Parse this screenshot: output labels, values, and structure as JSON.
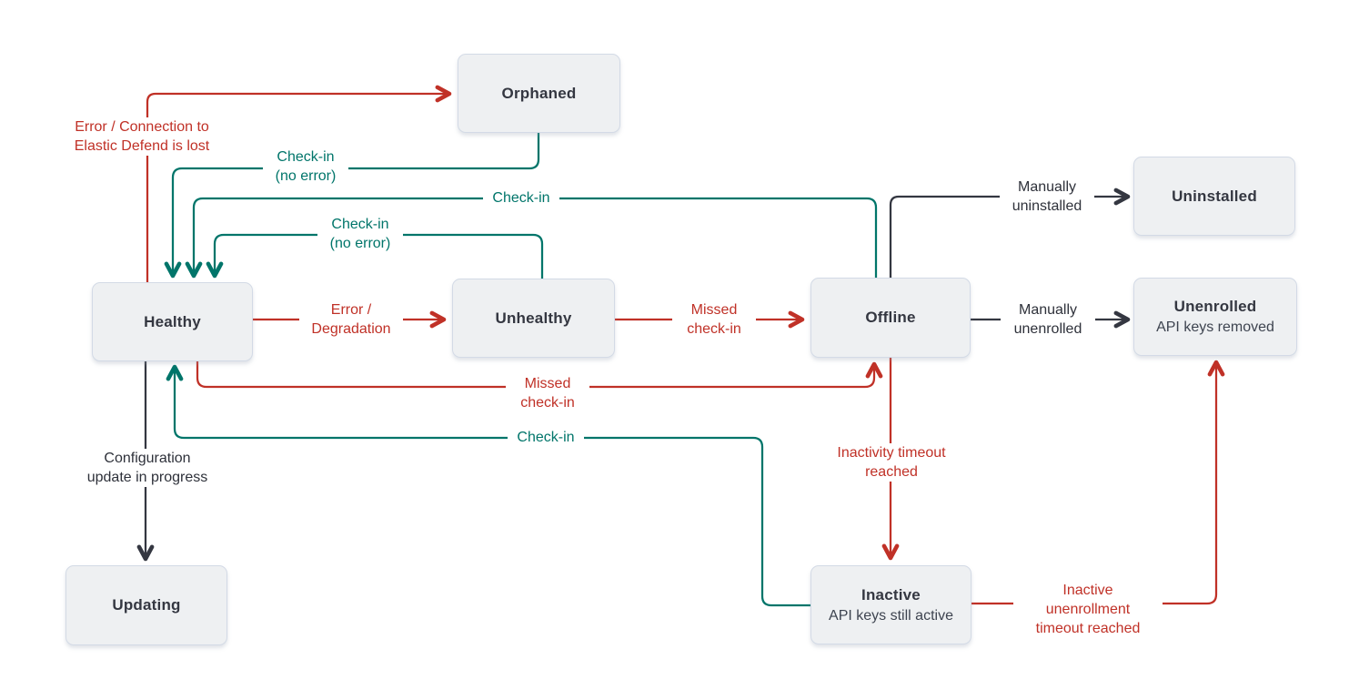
{
  "colors": {
    "red": "#c03127",
    "teal": "#00756a",
    "dark": "#343741",
    "node_fill": "#eef0f2",
    "node_border": "#d3dae6",
    "node_text": "#343741"
  },
  "nodes": {
    "orphaned": {
      "title": "Orphaned"
    },
    "healthy": {
      "title": "Healthy"
    },
    "unhealthy": {
      "title": "Unhealthy"
    },
    "offline": {
      "title": "Offline"
    },
    "uninstalled": {
      "title": "Uninstalled"
    },
    "unenrolled": {
      "title": "Unenrolled",
      "subtitle": "API keys removed"
    },
    "updating": {
      "title": "Updating"
    },
    "inactive": {
      "title": "Inactive",
      "subtitle": "API keys still active"
    }
  },
  "edge_labels": {
    "error_connection": {
      "text": [
        "Error / Connection to",
        "Elastic Defend is lost"
      ],
      "color": "red",
      "from": "Healthy",
      "to": "Orphaned"
    },
    "checkin_from_orphaned": {
      "text": [
        "Check-in",
        "(no error)"
      ],
      "color": "teal",
      "from": "Orphaned",
      "to": "Healthy"
    },
    "checkin_from_offline": {
      "text": [
        "Check-in"
      ],
      "color": "teal",
      "from": "Offline",
      "to": "Healthy"
    },
    "checkin_from_unhealthy": {
      "text": [
        "Check-in",
        "(no error)"
      ],
      "color": "teal",
      "from": "Unhealthy",
      "to": "Healthy"
    },
    "error_degradation": {
      "text": [
        "Error /",
        "Degradation"
      ],
      "color": "red",
      "from": "Healthy",
      "to": "Unhealthy"
    },
    "missed_checkin_1": {
      "text": [
        "Missed",
        "check-in"
      ],
      "color": "red",
      "from": "Unhealthy",
      "to": "Offline"
    },
    "missed_checkin_2": {
      "text": [
        "Missed",
        "check-in"
      ],
      "color": "red",
      "from": "Healthy",
      "to": "Offline"
    },
    "checkin_from_inactive": {
      "text": [
        "Check-in"
      ],
      "color": "teal",
      "from": "Inactive",
      "to": "Healthy"
    },
    "manually_uninstalled": {
      "text": [
        "Manually",
        "uninstalled"
      ],
      "color": "dark",
      "from": "Offline",
      "to": "Uninstalled"
    },
    "manually_unenrolled": {
      "text": [
        "Manually",
        "unenrolled"
      ],
      "color": "dark",
      "from": "Offline",
      "to": "Unenrolled"
    },
    "configuration_update": {
      "text": [
        "Configuration",
        "update in progress"
      ],
      "color": "dark",
      "from": "Healthy",
      "to": "Updating"
    },
    "inactivity_timeout": {
      "text": [
        "Inactivity timeout",
        "reached"
      ],
      "color": "red",
      "from": "Offline",
      "to": "Inactive"
    },
    "inactive_unenrollment": {
      "text": [
        "Inactive",
        "unenrollment",
        "timeout reached"
      ],
      "color": "red",
      "from": "Inactive",
      "to": "Unenrolled"
    }
  }
}
